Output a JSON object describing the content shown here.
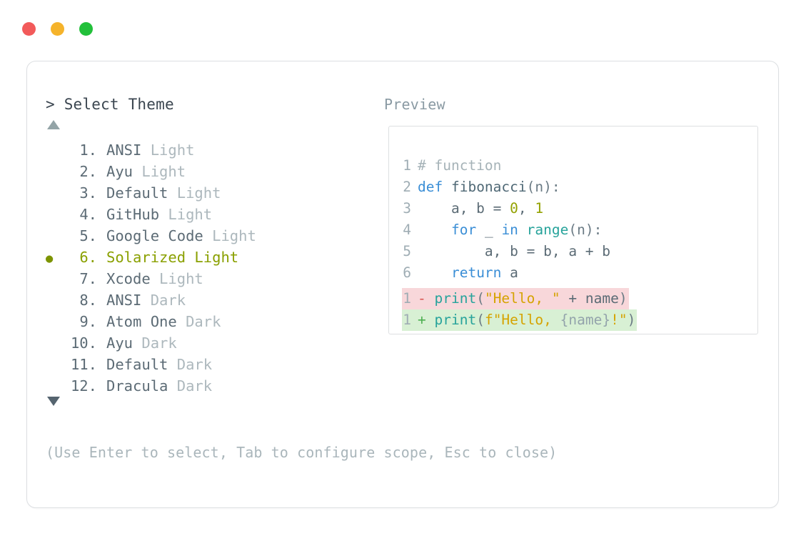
{
  "window": {
    "dots": [
      {
        "name": "close",
        "color": "#F25A5A"
      },
      {
        "name": "minimize",
        "color": "#F5B32B"
      },
      {
        "name": "maximize",
        "color": "#22C03A"
      }
    ]
  },
  "prompt": {
    "caret": ">",
    "title": "Select Theme"
  },
  "preview": {
    "header": "Preview"
  },
  "scroll": {
    "up": "▲",
    "down": "▼"
  },
  "selection": {
    "bullet": "●",
    "selected_index": 6,
    "accent": "#8aa000"
  },
  "themes": [
    {
      "index": "1.",
      "name": "ANSI",
      "variant": "Light",
      "selected": false
    },
    {
      "index": "2.",
      "name": "Ayu",
      "variant": "Light",
      "selected": false
    },
    {
      "index": "3.",
      "name": "Default",
      "variant": "Light",
      "selected": false
    },
    {
      "index": "4.",
      "name": "GitHub",
      "variant": "Light",
      "selected": false
    },
    {
      "index": "5.",
      "name": "Google Code",
      "variant": "Light",
      "selected": false
    },
    {
      "index": "6.",
      "name": "Solarized",
      "variant": "Light",
      "selected": true
    },
    {
      "index": "7.",
      "name": "Xcode",
      "variant": "Light",
      "selected": false
    },
    {
      "index": "8.",
      "name": "ANSI",
      "variant": "Dark",
      "selected": false
    },
    {
      "index": "9.",
      "name": "Atom One",
      "variant": "Dark",
      "selected": false
    },
    {
      "index": "10.",
      "name": "Ayu",
      "variant": "Dark",
      "selected": false
    },
    {
      "index": "11.",
      "name": "Default",
      "variant": "Dark",
      "selected": false
    },
    {
      "index": "12.",
      "name": "Dracula",
      "variant": "Dark",
      "selected": false
    }
  ],
  "hint": {
    "text": "(Use Enter to select, Tab to configure scope, Esc to close)"
  },
  "code": {
    "lines": [
      {
        "n": "1",
        "tokens": [
          {
            "t": "# function",
            "c": "comment"
          }
        ]
      },
      {
        "n": "2",
        "tokens": [
          {
            "t": "def ",
            "c": "kw"
          },
          {
            "t": "fibonacci",
            "c": "fn"
          },
          {
            "t": "(n):",
            "c": "punct"
          }
        ]
      },
      {
        "n": "3",
        "tokens": [
          {
            "t": "    a, b = ",
            "c": "plain"
          },
          {
            "t": "0",
            "c": "num"
          },
          {
            "t": ", ",
            "c": "plain"
          },
          {
            "t": "1",
            "c": "num"
          }
        ]
      },
      {
        "n": "4",
        "tokens": [
          {
            "t": "    ",
            "c": "plain"
          },
          {
            "t": "for",
            "c": "kw"
          },
          {
            "t": " _ ",
            "c": "plain"
          },
          {
            "t": "in",
            "c": "kw"
          },
          {
            "t": " ",
            "c": "plain"
          },
          {
            "t": "range",
            "c": "builtin"
          },
          {
            "t": "(n):",
            "c": "punct"
          }
        ]
      },
      {
        "n": "5",
        "tokens": [
          {
            "t": "        a, b = b, a + b",
            "c": "plain"
          }
        ]
      },
      {
        "n": "6",
        "tokens": [
          {
            "t": "    ",
            "c": "plain"
          },
          {
            "t": "return",
            "c": "kw"
          },
          {
            "t": " a",
            "c": "plain"
          }
        ]
      }
    ]
  },
  "diff": {
    "removed": {
      "n": "1",
      "sign": "-",
      "tokens": [
        {
          "t": "print",
          "c": "builtin"
        },
        {
          "t": "(",
          "c": "punct"
        },
        {
          "t": "\"Hello, \"",
          "c": "str"
        },
        {
          "t": " + name",
          "c": "plain"
        },
        {
          "t": ")",
          "c": "punct"
        }
      ],
      "bg": "#f8d7da"
    },
    "added": {
      "n": "1",
      "sign": "+",
      "tokens": [
        {
          "t": "print",
          "c": "builtin"
        },
        {
          "t": "(",
          "c": "punct"
        },
        {
          "t": "f\"Hello, ",
          "c": "str"
        },
        {
          "t": "{name}",
          "c": "interp"
        },
        {
          "t": "!\"",
          "c": "str"
        },
        {
          "t": ")",
          "c": "punct"
        }
      ],
      "bg": "#d8f0d4"
    }
  }
}
